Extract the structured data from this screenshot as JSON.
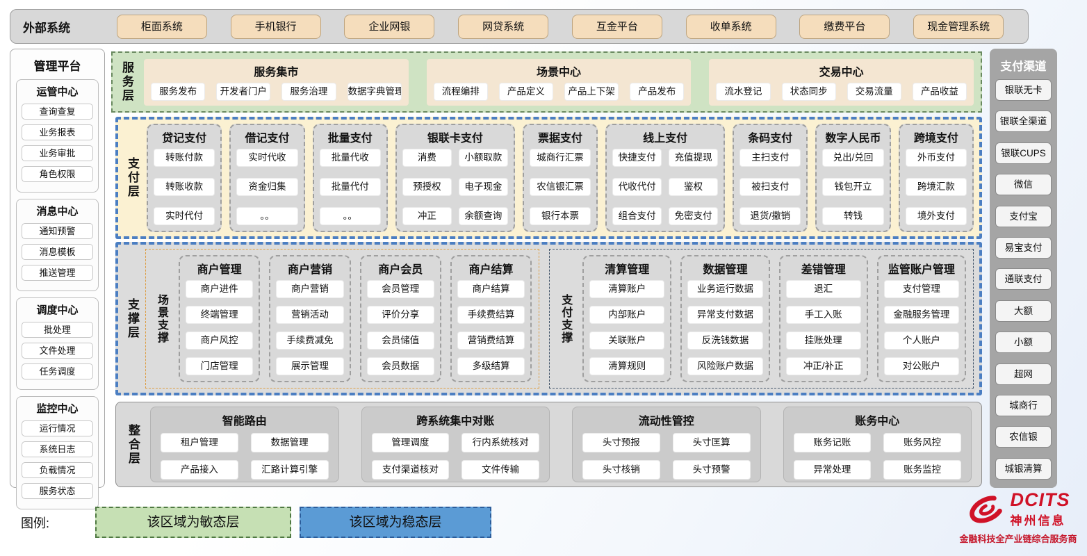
{
  "external_systems": {
    "label": "外部系统",
    "items": [
      "柜面系统",
      "手机银行",
      "企业网银",
      "网贷系统",
      "互金平台",
      "收单系统",
      "缴费平台",
      "现金管理系统"
    ]
  },
  "management_platform": {
    "title": "管理平台",
    "groups": [
      {
        "title": "运管中心",
        "items": [
          "查询查复",
          "业务报表",
          "业务审批",
          "角色权限"
        ]
      },
      {
        "title": "消息中心",
        "items": [
          "通知预警",
          "消息模板",
          "推送管理"
        ]
      },
      {
        "title": "调度中心",
        "items": [
          "批处理",
          "文件处理",
          "任务调度"
        ]
      },
      {
        "title": "监控中心",
        "items": [
          "运行情况",
          "系统日志",
          "负载情况",
          "服务状态"
        ]
      }
    ]
  },
  "service_layer": {
    "label": "服务层",
    "centers": [
      {
        "title": "服务集市",
        "items": [
          "服务发布",
          "开发者门户",
          "服务治理",
          "数据字典管理"
        ]
      },
      {
        "title": "场景中心",
        "items": [
          "流程编排",
          "产品定义",
          "产品上下架",
          "产品发布"
        ]
      },
      {
        "title": "交易中心",
        "items": [
          "流水登记",
          "状态同步",
          "交易流量",
          "产品收益"
        ]
      }
    ]
  },
  "payment_layer": {
    "label": "支付层",
    "columns": [
      {
        "title": "贷记支付",
        "cols": 1,
        "items": [
          "转账付款",
          "转账收款",
          "实时代付"
        ]
      },
      {
        "title": "借记支付",
        "cols": 1,
        "items": [
          "实时代收",
          "资金归集",
          "。。"
        ]
      },
      {
        "title": "批量支付",
        "cols": 1,
        "items": [
          "批量代收",
          "批量代付",
          "。。"
        ]
      },
      {
        "title": "银联卡支付",
        "cols": 2,
        "items": [
          "消费",
          "小额取款",
          "预授权",
          "电子现金",
          "冲正",
          "余额查询"
        ]
      },
      {
        "title": "票据支付",
        "cols": 1,
        "items": [
          "城商行汇票",
          "农信银汇票",
          "银行本票"
        ]
      },
      {
        "title": "线上支付",
        "cols": 2,
        "items": [
          "快捷支付",
          "充值提现",
          "代收代付",
          "鉴权",
          "组合支付",
          "免密支付"
        ]
      },
      {
        "title": "条码支付",
        "cols": 1,
        "items": [
          "主扫支付",
          "被扫支付",
          "退货/撤销"
        ]
      },
      {
        "title": "数字人民币",
        "cols": 1,
        "items": [
          "兑出/兑回",
          "钱包开立",
          "转钱"
        ]
      },
      {
        "title": "跨境支付",
        "cols": 1,
        "items": [
          "外币支付",
          "跨境汇款",
          "境外支付"
        ]
      }
    ]
  },
  "support_layer": {
    "label": "支撑层",
    "groups": [
      {
        "label": "场景支撑",
        "accent": "orange",
        "columns": [
          {
            "title": "商户管理",
            "items": [
              "商户进件",
              "终端管理",
              "商户风控",
              "门店管理"
            ]
          },
          {
            "title": "商户营销",
            "items": [
              "商户营销",
              "营销活动",
              "手续费减免",
              "展示管理"
            ]
          },
          {
            "title": "商户会员",
            "items": [
              "会员管理",
              "评价分享",
              "会员储值",
              "会员数据"
            ]
          },
          {
            "title": "商户结算",
            "items": [
              "商户结算",
              "手续费结算",
              "营销费结算",
              "多级结算"
            ]
          }
        ]
      },
      {
        "label": "支付支撑",
        "accent": "dark",
        "columns": [
          {
            "title": "清算管理",
            "items": [
              "清算账户",
              "内部账户",
              "关联账户",
              "清算规则"
            ]
          },
          {
            "title": "数据管理",
            "items": [
              "业务运行数据",
              "异常支付数据",
              "反洗钱数据",
              "风险账户数据"
            ]
          },
          {
            "title": "差错管理",
            "items": [
              "退汇",
              "手工入账",
              "挂账处理",
              "冲正/补正"
            ]
          },
          {
            "title": "监管账户管理",
            "items": [
              "支付管理",
              "金融服务管理",
              "个人账户",
              "对公账户"
            ]
          }
        ]
      }
    ]
  },
  "integration_layer": {
    "label": "整合层",
    "modules": [
      {
        "title": "智能路由",
        "items": [
          "租户管理",
          "数据管理",
          "产品接入",
          "汇路计算引擎"
        ]
      },
      {
        "title": "跨系统集中对账",
        "items": [
          "管理调度",
          "行内系统核对",
          "支付渠道核对",
          "文件传输"
        ]
      },
      {
        "title": "流动性管控",
        "items": [
          "头寸预报",
          "头寸匡算",
          "头寸核销",
          "头寸预警"
        ]
      },
      {
        "title": "账务中心",
        "items": [
          "账务记账",
          "账务风控",
          "异常处理",
          "账务监控"
        ]
      }
    ]
  },
  "payment_channels": {
    "title": "支付渠道",
    "items": [
      "银联无卡",
      "银联全渠道",
      "银联CUPS",
      "微信",
      "支付宝",
      "易宝支付",
      "通联支付",
      "大额",
      "小额",
      "超网",
      "城商行",
      "农信银",
      "城银清算"
    ]
  },
  "legend": {
    "label": "图例:",
    "agile": "该区域为敏态层",
    "stable": "该区域为稳态层"
  },
  "logo": {
    "name": "DCITS",
    "cn": "神州信息",
    "tagline": "金融科技全产业链综合服务商"
  },
  "colors": {
    "agile_green": "#c6e0b4",
    "stable_blue": "#5b9bd5",
    "payment_cream": "#fbf1d2",
    "panel_gray": "#d9d9d9",
    "scene_orange": "#dd9e45",
    "pay_support_navy": "#44566b",
    "brand_red": "#d01227"
  }
}
